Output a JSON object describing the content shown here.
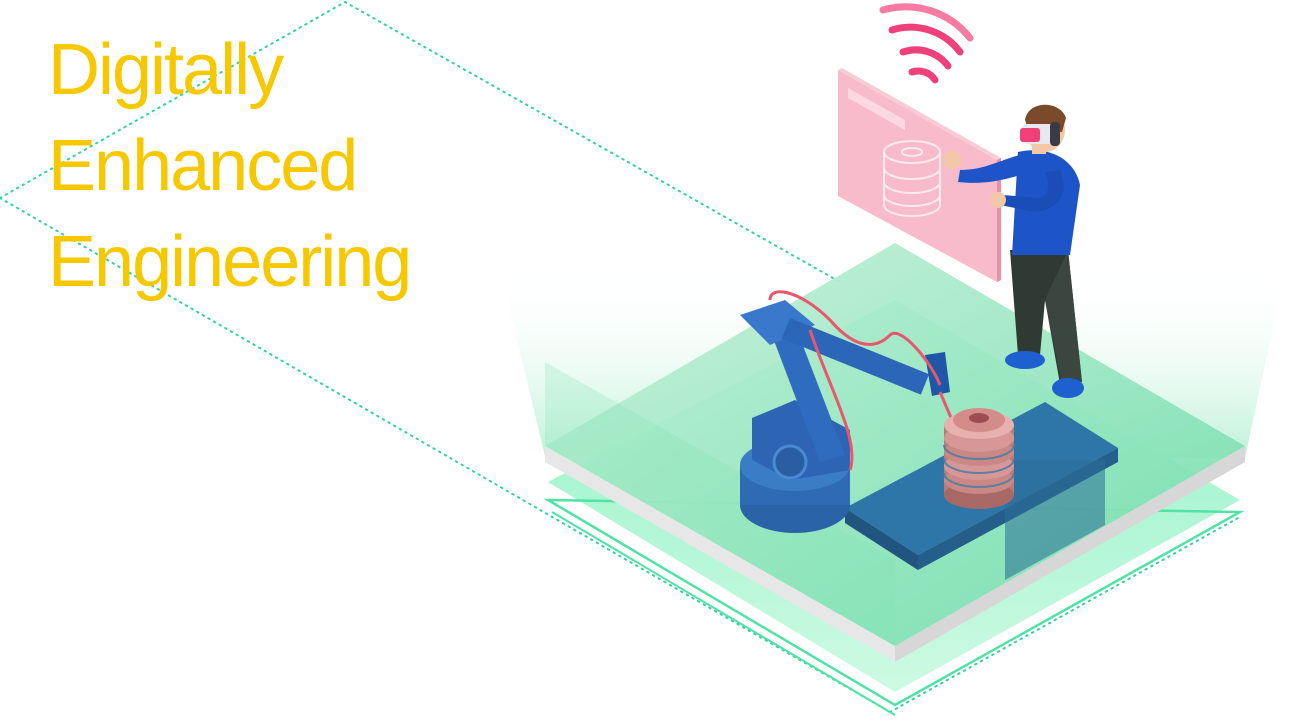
{
  "headline": {
    "lines": [
      "Digitally",
      "Enhanced",
      "Engineering"
    ]
  },
  "colors": {
    "headline": "#f5c800",
    "dotted_line": "#34d1a3",
    "platform_outline": "#4fe3a4",
    "platform_top": "#8fe6bd",
    "platform_side": "#e4e4e4",
    "light_beam": "#c9f4de",
    "robot_arm": "#2d64b4",
    "workbench": "#2f76a8",
    "screen": "#f7b7c8",
    "wifi": "#f0407a",
    "cable": "#e8576e",
    "worker_shirt": "#1d55c8",
    "worker_pants": "#2f3a34",
    "shoes": "#1e60d0"
  },
  "icons": [
    "wifi-icon",
    "vr-headset-icon",
    "robot-arm-icon",
    "spool-stack-icon"
  ]
}
